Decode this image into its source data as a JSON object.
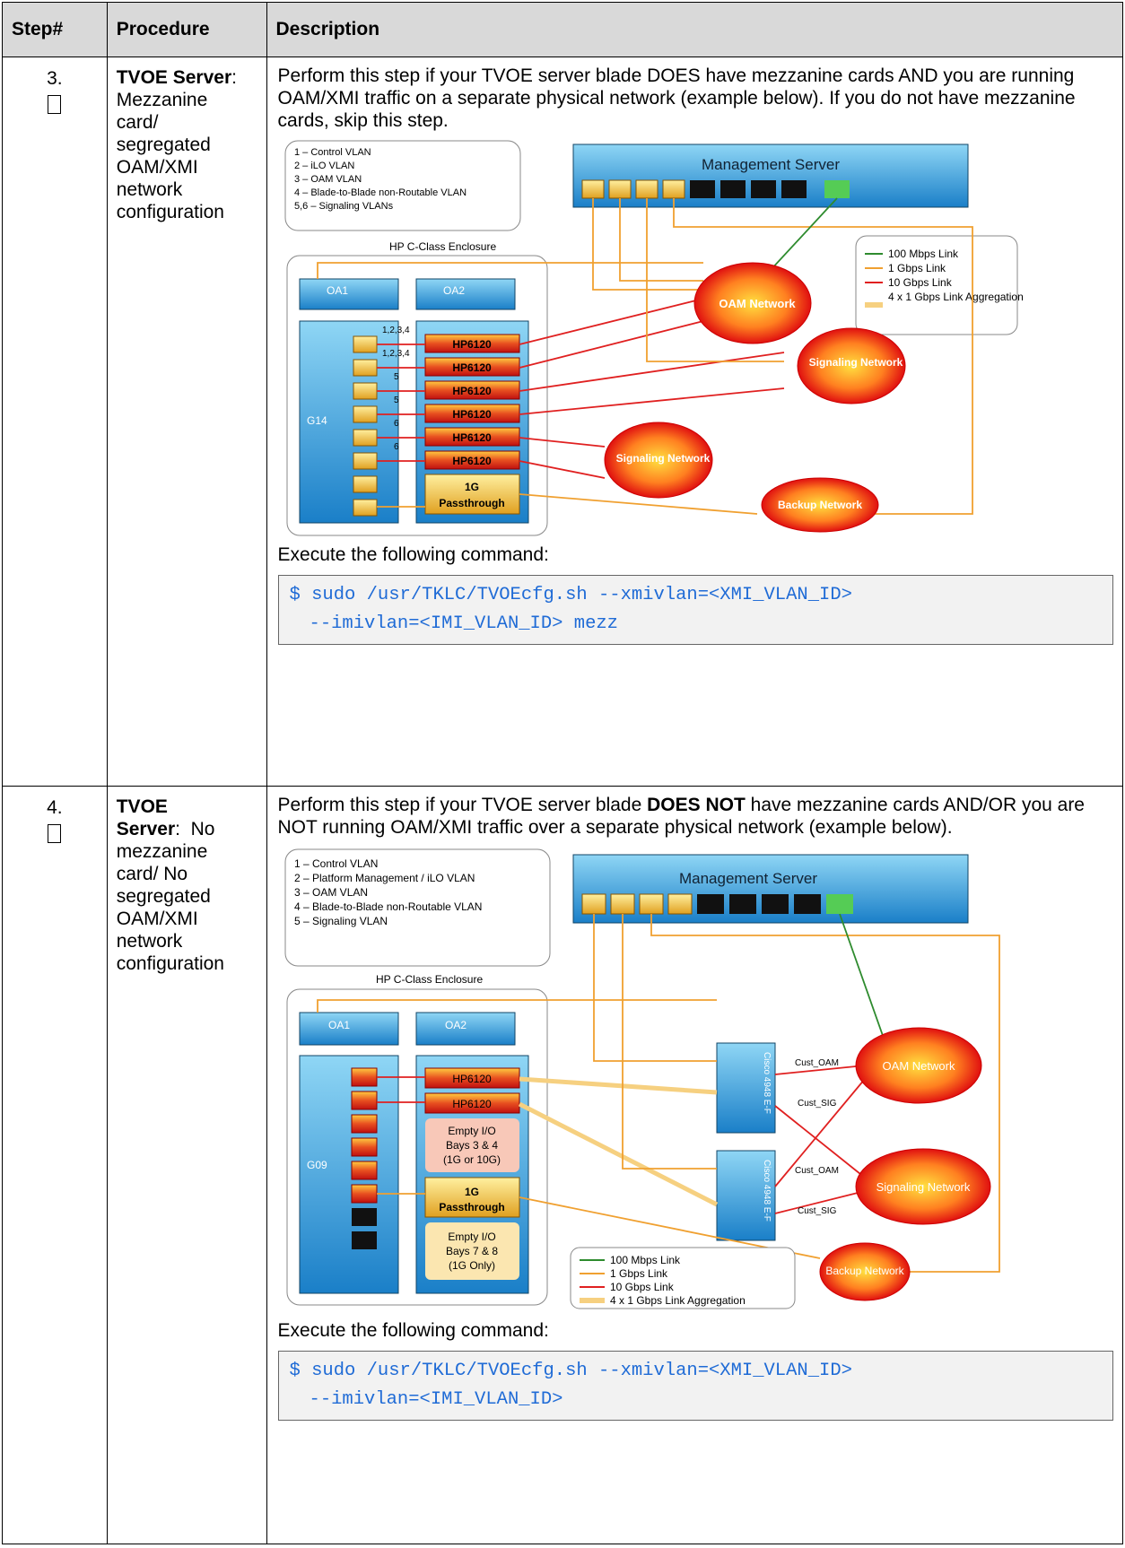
{
  "headers": {
    "step": "Step#",
    "procedure": "Procedure",
    "description": "Description"
  },
  "steps": [
    {
      "number": "3.",
      "procedure_bold": "TVOE Server",
      "procedure_lines": [
        "Mezzanine",
        "card/",
        "segregated",
        "OAM/XMI",
        "network",
        "configuration"
      ],
      "description": "Perform this step if your TVOE server blade DOES have mezzanine cards AND you are running OAM/XMI traffic on a separate physical network (example below).  If you do not have mezzanine cards, skip this step.",
      "diagram": {
        "legend_vlans": [
          "1 – Control VLAN",
          "2 – iLO VLAN",
          "3 – OAM VLAN",
          "4 – Blade-to-Blade non-Routable VLAN",
          "5,6 – Signaling VLANs"
        ],
        "management_server": "Management Server",
        "enclosure": "HP C-Class Enclosure",
        "oa1": "OA1",
        "oa2": "OA2",
        "blade": "G14",
        "switches": [
          "HP6120",
          "HP6120",
          "HP6120",
          "HP6120",
          "HP6120",
          "HP6120"
        ],
        "passthrough_top": "1G",
        "passthrough_bottom": "Passthrough",
        "clouds": [
          "OAM Network",
          "Signaling Network 1",
          "Signaling Network 2",
          "Backup Network"
        ],
        "link_legend": [
          "100 Mbps Link",
          "1 Gbps Link",
          "10 Gbps Link",
          "4 x 1 Gbps Link Aggregation"
        ],
        "vlan_labels": [
          "1,2,3,4",
          "1,2,3,4",
          "5",
          "5",
          "6",
          "6"
        ]
      },
      "execute": "Execute the following command:",
      "command_line1": "$ sudo /usr/TKLC/TVOEcfg.sh --xmivlan=<XMI_VLAN_ID>",
      "command_line2": "--imivlan=<IMI_VLAN_ID> mezz"
    },
    {
      "number": "4.",
      "procedure_bold": "TVOE",
      "procedure_bold2": "Server",
      "procedure_after": ":  No",
      "procedure_lines": [
        "mezzanine",
        "card/ No",
        "segregated",
        "OAM/XMI",
        "network",
        "configuration"
      ],
      "description_pre": "Perform this step if your TVOE server blade ",
      "description_bold": "DOES NOT",
      "description_post": " have mezzanine cards AND/OR you are NOT running OAM/XMI traffic over a separate physical network (example below).",
      "diagram": {
        "legend_vlans": [
          "1 – Control VLAN",
          "2 – Platform Management / iLO VLAN",
          "3 – OAM VLAN",
          "4 – Blade-to-Blade non-Routable VLAN",
          "5 – Signaling VLAN"
        ],
        "management_server": "Management Server",
        "enclosure": "HP C-Class Enclosure",
        "oa1": "OA1",
        "oa2": "OA2",
        "blade": "G09",
        "switches": [
          "HP6120",
          "HP6120"
        ],
        "empty_bays_1": [
          "Empty I/O",
          "Bays 3 & 4",
          "(1G or 10G)"
        ],
        "passthrough_top": "1G",
        "passthrough_bottom": "Passthrough",
        "empty_bays_2": [
          "Empty I/O",
          "Bays 7 & 8",
          "(1G Only)"
        ],
        "cisco": "Cisco 4948 E-F",
        "clouds": [
          "OAM Network",
          "Signaling Network",
          "Backup Network"
        ],
        "link_labels": [
          "Cust_OAM",
          "Cust_SIG",
          "Cust_OAM",
          "Cust_SIG"
        ],
        "link_legend": [
          "100 Mbps Link",
          "1 Gbps Link",
          "10 Gbps Link",
          "4 x 1 Gbps Link Aggregation"
        ]
      },
      "execute": "Execute the following command:",
      "command_line1": "$ sudo /usr/TKLC/TVOEcfg.sh --xmivlan=<XMI_VLAN_ID>",
      "command_line2": "--imivlan=<IMI_VLAN_ID>"
    }
  ],
  "colors": {
    "link_100m": "#2e8b2e",
    "link_1g": "#f0a030",
    "link_10g": "#e02020",
    "command_text": "#1f6bd6",
    "header_bg": "#d9d9d9"
  }
}
